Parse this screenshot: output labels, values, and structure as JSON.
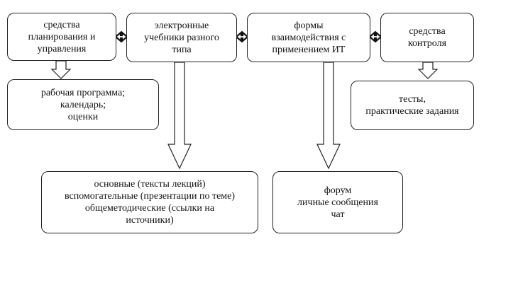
{
  "top_boxes": [
    {
      "lines": [
        "средства",
        "планирования и",
        "управления"
      ]
    },
    {
      "lines": [
        "электронные",
        "учебники разного",
        "типа"
      ]
    },
    {
      "lines": [
        "формы",
        "взаимодействия с",
        "применением ИТ"
      ]
    },
    {
      "lines": [
        "средства",
        "контроля"
      ]
    }
  ],
  "bottom_boxes": [
    {
      "lines": [
        "рабочая программа;",
        "календарь;",
        "оценки"
      ]
    },
    {
      "lines": [
        "основные (тексты лекций)",
        "вспомогательные (презентации по теме)",
        "общеметодические (ссылки на",
        "источники)"
      ]
    },
    {
      "lines": [
        "форум",
        "личные сообщения",
        "чат"
      ]
    },
    {
      "lines": [
        "тесты,",
        "практические задания"
      ]
    }
  ]
}
